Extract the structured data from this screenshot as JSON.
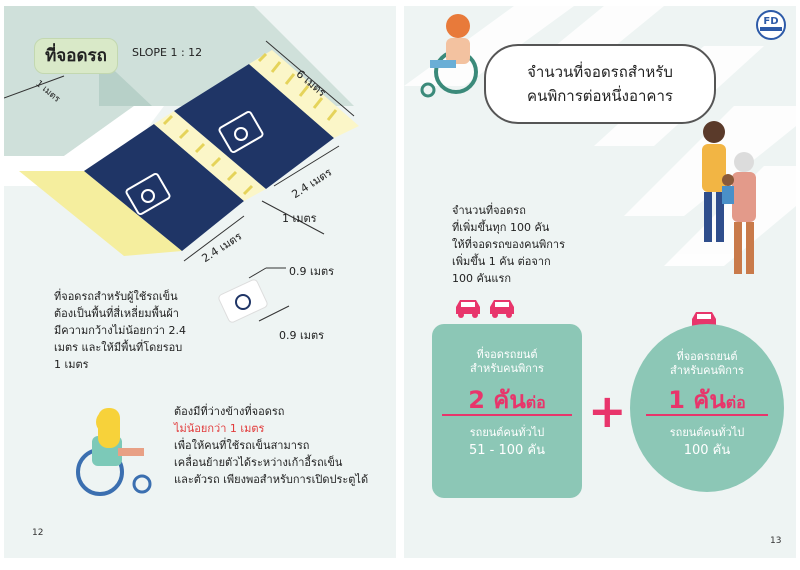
{
  "left_page": {
    "title": "ที่จอดรถ",
    "slope_label": "SLOPE 1 : 12",
    "dim_1m_top": "1 เมตร",
    "dim_6m": "6 เมตร",
    "dim_24m_right": "2.4 เมตร",
    "dim_24m_bottom": "2.4 เมตร",
    "dim_1m_gap": "1 เมตร",
    "dim_09m_a": "0.9 เมตร",
    "dim_09m_b": "0.9 เมตร",
    "parking_paragraph": [
      "ที่จอดรถสำหรับผู้ใช้รถเข็น",
      "ต้องเป็นพื้นที่สี่เหลี่ยมพื้นผ้า",
      "มีความกว้างไม่น้อยกว่า 2.4",
      "เมตร และให้มีพื้นที่โดยรอบ",
      "1 เมตร"
    ],
    "space_line1": "ต้องมีที่ว่างข้างที่จอดรถ",
    "space_line2_red": "ไม่น้อยกว่า 1 เมตร",
    "space_line3": "เพื่อให้คนที่ใช้รถเข็นสามารถ",
    "space_line4": "เคลื่อนย้ายตัวได้ระหว่างเก้าอี้รถเข็น",
    "space_line5": "และตัวรถ เพียงพอสำหรับการเปิดประตูได้",
    "page_number": "12"
  },
  "right_page": {
    "bubble_line1": "จำนวนที่จอดรถสำหรับ",
    "bubble_line2": "คนพิการต่อหนึ่งอาคาร",
    "increment_text": [
      "จำนวนที่จอดรถ",
      "ที่เพิ่มขึ้นทุก 100 คัน",
      "ให้ที่จอดรถของคนพิการ",
      "เพิ่มขึ้น 1 คัน ต่อจาก",
      "100 คันแรก"
    ],
    "box_a": {
      "heading1": "ที่จอดรถยนต์",
      "heading2": "สำหรับคนพิการ",
      "value": "2 คัน",
      "per": "ต่อ",
      "sub1": "รถยนต์คนทั่วไป",
      "sub2": "51 - 100 คัน"
    },
    "plus": "+",
    "box_b": {
      "heading1": "ที่จอดรถยนต์",
      "heading2": "สำหรับคนพิการ",
      "value": "1 คัน",
      "per": "ต่อ",
      "sub1": "รถยนต์คนทั่วไป",
      "sub2": "100 คัน"
    },
    "page_number": "13"
  },
  "logo_text": "FD",
  "icons": [
    "wheelchair-symbol-icon",
    "car-icon",
    "person-in-wheelchair-illustration",
    "family-illustration"
  ],
  "colors": {
    "navy": "#1f3566",
    "yellow": "#f5ee9e",
    "teal": "#8cc7b6",
    "pink": "#e8356b",
    "red": "#e23b3b",
    "background": "#eef4f3"
  }
}
